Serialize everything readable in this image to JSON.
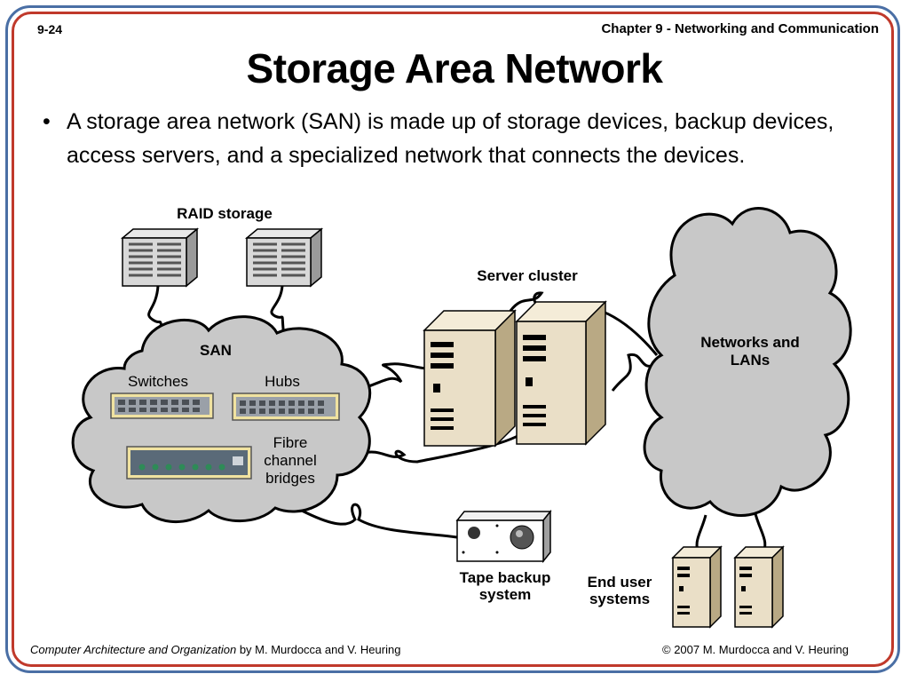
{
  "header": {
    "slide_number": "9-24",
    "chapter": "Chapter 9 - Networking and Communication"
  },
  "title": "Storage Area Network",
  "bullet": "A storage area network (SAN) is made up of storage devices, backup devices, access servers, and a specialized network that connects the devices.",
  "diagram": {
    "raid_label": "RAID storage",
    "server_label": "Server cluster",
    "san_label": "SAN",
    "switches_label": "Switches",
    "hubs_label": "Hubs",
    "fibre_label_1": "Fibre",
    "fibre_label_2": "channel",
    "fibre_label_3": "bridges",
    "networks_label_1": "Networks and",
    "networks_label_2": "LANs",
    "tape_label_1": "Tape backup",
    "tape_label_2": "system",
    "enduser_label_1": "End user",
    "enduser_label_2": "systems"
  },
  "footer": {
    "book_title": "Computer Architecture and Organization",
    "authors": " by M. Murdocca and V. Heuring",
    "copyright": "© 2007 M. Murdocca and V. Heuring"
  },
  "colors": {
    "outer_frame": "#4a6fa5",
    "inner_frame": "#c0392b",
    "cloud_fill": "#c8c8c8",
    "server_fill": "#eadfc7"
  }
}
